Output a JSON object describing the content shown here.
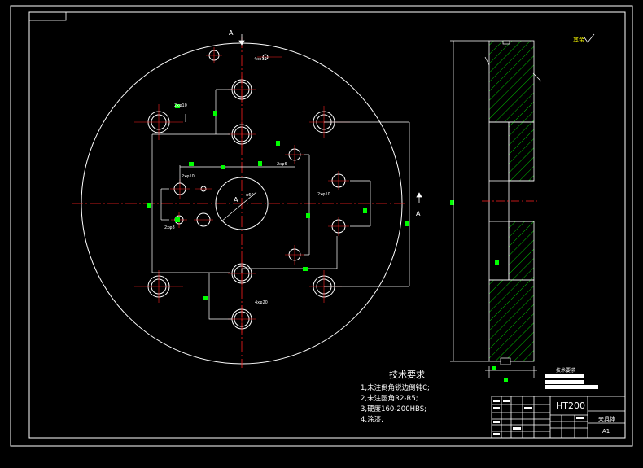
{
  "section_labels": {
    "top": "A",
    "right": "A",
    "center": "A"
  },
  "technical_requirements": {
    "title": "技术要求",
    "items": [
      "1,未注倒角锐边倒钝C;",
      "2,未注圆角R2-R5;",
      "3,硬度160-200HBS;",
      "4,涂漆."
    ]
  },
  "title_block": {
    "material": "HT200",
    "part_name": "夹具体",
    "scale": "A1"
  },
  "notes_block": {
    "title": "技术要求"
  },
  "roughness": "其余",
  "dimension_labels": [
    "4xφ12",
    "2xφ10",
    "2xφ8",
    "2xφ6",
    "2xφ10",
    "2xφ10",
    "4xφ20",
    "φ60"
  ],
  "colors": {
    "background": "#000000",
    "lines": "#ffffff",
    "centerlines": "#ff2020",
    "hatch": "#00c000",
    "markers": "#00ff00",
    "highlight": "#ffff00"
  }
}
